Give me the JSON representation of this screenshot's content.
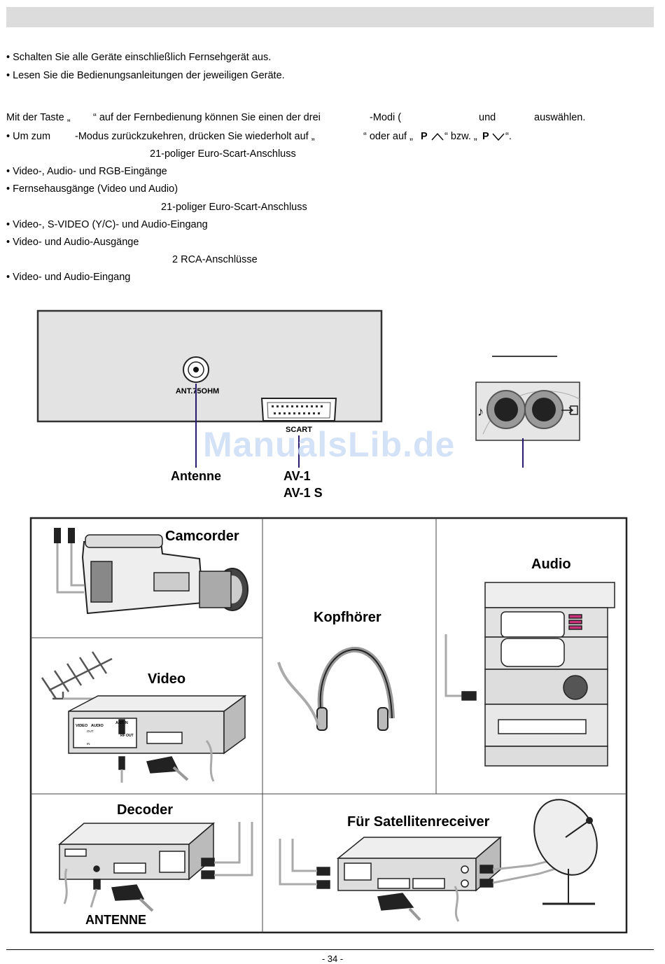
{
  "text": {
    "bullet1": "• Schalten Sie alle Geräte einschließlich Fernsehgerät aus.",
    "bullet2": "• Lesen Sie die Bedienungsanleitungen der jeweiligen Geräte.",
    "mode_a": "Mit der Taste „",
    "mode_b": "“ auf der Fernbedienung können Sie einen der drei",
    "mode_c": "-Modi (",
    "mode_d": "und",
    "mode_e": "auswählen.",
    "return_a": "• Um zum",
    "return_b": "-Modus zurückzukehren, drücken Sie wiederholt auf „",
    "return_c": "“ oder auf „",
    "return_p1": "P",
    "return_d": "“ bzw. „",
    "return_p2": "P",
    "return_e": "“.",
    "scart1": "21-poliger Euro-Scart-Anschluss",
    "av1_in": "• Video-, Audio- und RGB-Eingänge",
    "av1_out": "• Fernsehausgänge (Video und Audio)",
    "scart2": "21-poliger Euro-Scart-Anschluss",
    "av2_in": "• Video-, S-VIDEO (Y/C)- und Audio-Eingang",
    "av2_out": "• Video- und Audio-Ausgänge",
    "rca": "2 RCA-Anschlüsse",
    "rca_in": "• Video- und Audio-Eingang"
  },
  "rear_panel": {
    "ant_label": "ANT.75OHM",
    "scart_label": "SCART",
    "callout_antenne": "Antenne",
    "callout_av1": "AV-1",
    "callout_av1s": "AV-1 S"
  },
  "devices": {
    "camcorder": "Camcorder",
    "kopfhoerer": "Kopfhörer",
    "audio": "Audio",
    "video": "Video",
    "decoder": "Decoder",
    "antenne": "ANTENNE",
    "satellite": "Für Satellitenreceiver",
    "video_panel_video": "VIDEO",
    "video_panel_audio": "AUDIO",
    "video_panel_out": "OUT",
    "video_panel_in": "IN",
    "video_panel_antin": "ANT.IN",
    "video_panel_rfout": "RF OUT"
  },
  "watermark": "ManualsLib.de",
  "page_number": "- 34 -"
}
